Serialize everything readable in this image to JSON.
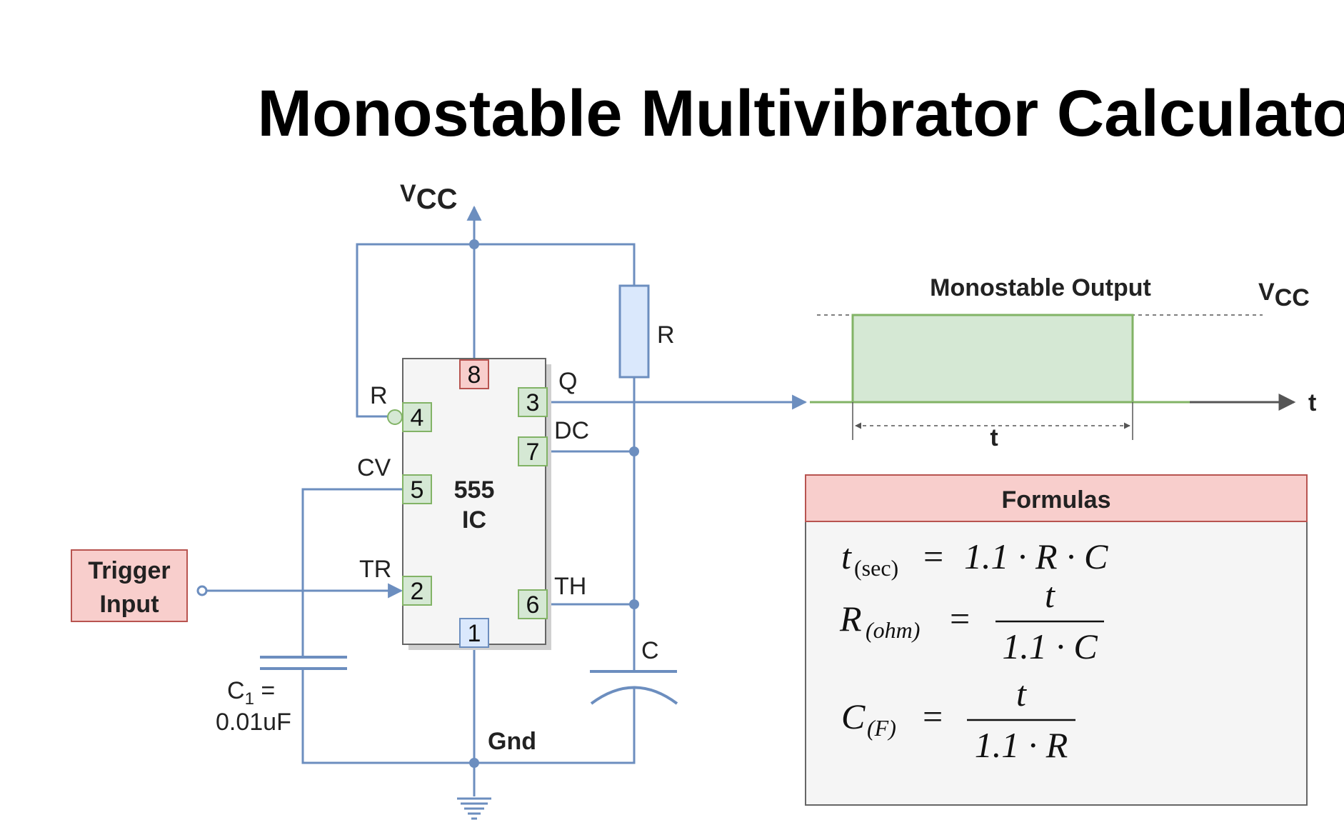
{
  "title": "Monostable Multivibrator Calculator",
  "circuit": {
    "vcc_main": "V",
    "vcc_main_sub": "CC",
    "resistor_label": "R",
    "capacitor_label": "C",
    "ic_label_line1": "555",
    "ic_label_line2": "IC",
    "gnd_label": "Gnd",
    "trigger_line1": "Trigger",
    "trigger_line2": "Input",
    "c1_line1_main": "C",
    "c1_line1_sub": "1",
    "c1_line1_tail": " =",
    "c1_line2": "0.01uF",
    "pins": {
      "p8": "8",
      "p4": "4",
      "p5": "5",
      "p2": "2",
      "p1": "1",
      "p3": "3",
      "p7": "7",
      "p6": "6"
    },
    "pin_names": {
      "reset": "R",
      "cv": "CV",
      "tr": "TR",
      "q": "Q",
      "dc": "DC",
      "th": "TH"
    }
  },
  "output_plot": {
    "title": "Monostable Output",
    "vcc_main": "V",
    "vcc_sub": "CC",
    "axis_label": "t",
    "width_label": "t"
  },
  "formulas": {
    "header": "Formulas",
    "f1": {
      "lhs_var": "t",
      "lhs_sub": "(sec)",
      "eq": "=",
      "rhs": "1.1 · R · C"
    },
    "f2": {
      "lhs_var": "R",
      "lhs_sub": "(ohm)",
      "eq": "=",
      "num": "t",
      "den": "1.1 · C"
    },
    "f3": {
      "lhs_var": "C",
      "lhs_sub": "(F)",
      "eq": "=",
      "num": "t",
      "den": "1.1 · R"
    }
  },
  "colors": {
    "wire": "#6c8ebf",
    "pin_green_fill": "#d5e8d4",
    "pin_green_stroke": "#82b366",
    "pin_red_fill": "#f8cecc",
    "pin_red_stroke": "#b85450",
    "pin_blue_fill": "#dae8fc",
    "pulse_fill": "#d5e8d4",
    "pulse_stroke": "#82b366"
  }
}
